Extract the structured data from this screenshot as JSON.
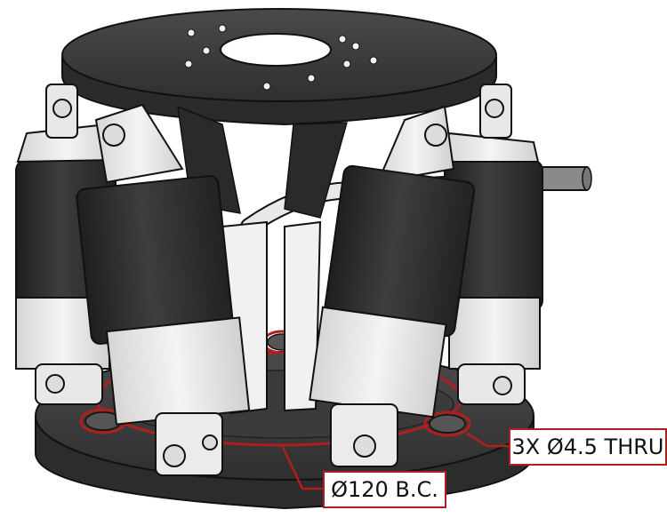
{
  "figure": {
    "subject": "hexapod-stage-drawing",
    "colors": {
      "annotation": "#b11e1e",
      "dark_metal": "#3a3a3a",
      "light_metal": "#e6e6e6",
      "cover": "#2a2a2a",
      "outline": "#111111"
    }
  },
  "callouts": {
    "holes_label": "3X Ø4.5 THRU",
    "bolt_circle_label": "Ø120 B.C."
  }
}
